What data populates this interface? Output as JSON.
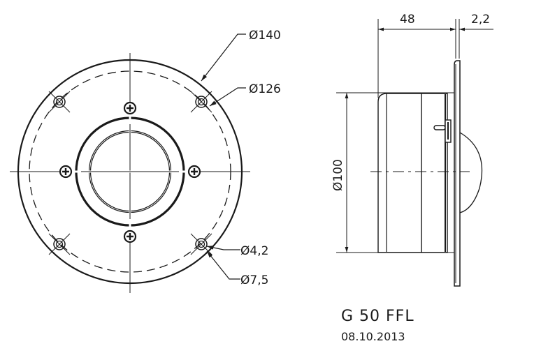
{
  "drawing": {
    "model": "G 50 FFL",
    "date": "08.10.2013",
    "colors": {
      "line": "#1a1a1a",
      "background": "#ffffff"
    }
  },
  "front_view": {
    "dimensions": {
      "outer_diameter": "Ø140",
      "bolt_circle_diameter": "Ø126",
      "hole_diameter": "Ø4,2",
      "countersink_diameter": "Ø7,5"
    },
    "mounting_holes": 4,
    "screws": 4
  },
  "side_view": {
    "dimensions": {
      "depth": "48",
      "flange_thickness": "2,2",
      "body_diameter": "Ø100"
    }
  }
}
